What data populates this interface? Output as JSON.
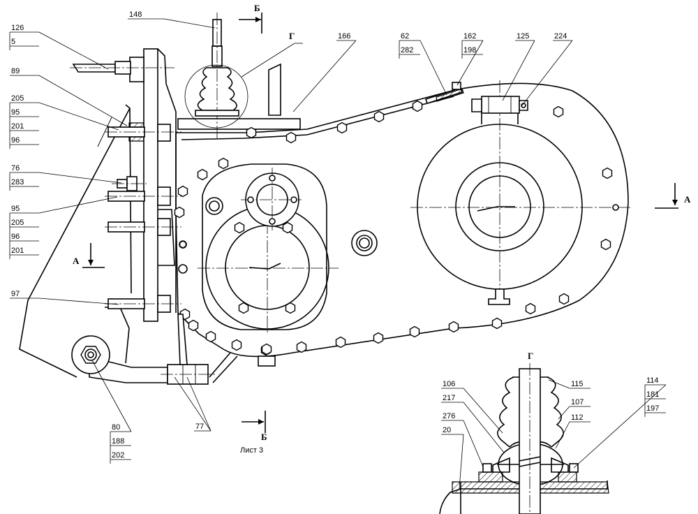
{
  "callouts": [
    {
      "lines": [
        "148"
      ]
    },
    {
      "lines": [
        "126",
        "5"
      ]
    },
    {
      "lines": [
        "89"
      ]
    },
    {
      "lines": [
        "205",
        "95",
        "201",
        "96"
      ]
    },
    {
      "lines": [
        "76",
        "283"
      ]
    },
    {
      "lines": [
        "95",
        "205",
        "96",
        "201"
      ]
    },
    {
      "lines": [
        "97"
      ]
    },
    {
      "lines": [
        "80",
        "188",
        "202"
      ]
    },
    {
      "lines": [
        "77"
      ]
    },
    {
      "lines": [
        "166"
      ]
    },
    {
      "lines": [
        "62",
        "282"
      ]
    },
    {
      "lines": [
        "162",
        "198"
      ]
    },
    {
      "lines": [
        "125"
      ]
    },
    {
      "lines": [
        "224"
      ]
    },
    {
      "lines": [
        "106"
      ]
    },
    {
      "lines": [
        "217"
      ]
    },
    {
      "lines": [
        "276"
      ]
    },
    {
      "lines": [
        "20"
      ]
    },
    {
      "lines": [
        "115"
      ]
    },
    {
      "lines": [
        "107"
      ]
    },
    {
      "lines": [
        "112"
      ]
    },
    {
      "lines": [
        "114",
        "181",
        "197"
      ]
    }
  ],
  "view_markers": {
    "section_b": "Б",
    "section_a": "А",
    "detail_g": "Г"
  },
  "sheet_ref": "Лист 3"
}
